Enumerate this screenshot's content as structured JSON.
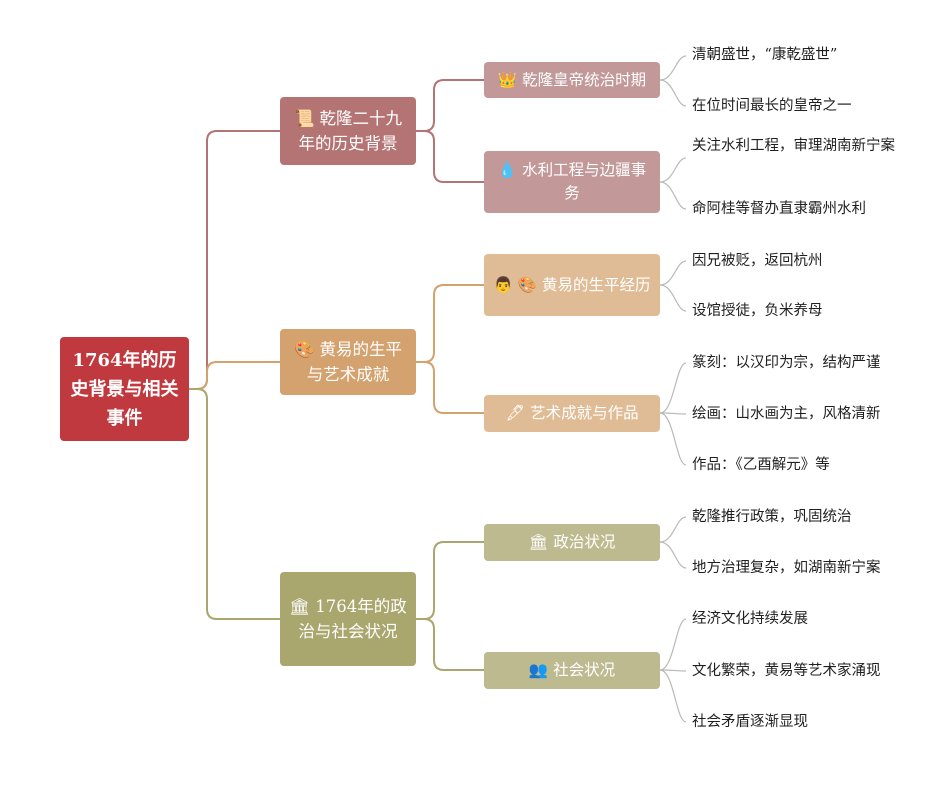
{
  "root": {
    "title": "1764年的历史背景与相关事件"
  },
  "branches": [
    {
      "icon": "📜",
      "title": "乾隆二十九年的历史背景",
      "color": "#b57474",
      "topics": [
        {
          "icon": "👑",
          "title": "乾隆皇帝统治时期",
          "details": [
            "清朝盛世，“康乾盛世”",
            "在位时间最长的皇帝之一"
          ]
        },
        {
          "icon": "💧",
          "title": "水利工程与边疆事务",
          "details": [
            "关注水利工程，审理湖南新宁案",
            "命阿桂等督办直隶霸州水利"
          ]
        }
      ]
    },
    {
      "icon": "🎨",
      "title": "黄易的生平与艺术成就",
      "color": "#d3a26e",
      "topics": [
        {
          "icon": "👨 🎨",
          "title": "黄易的生平经历",
          "details": [
            "因兄被贬，返回杭州",
            "设馆授徒，负米养母"
          ]
        },
        {
          "icon": "🖋",
          "title": "艺术成就与作品",
          "details": [
            "篆刻：以汉印为宗，结构严谨",
            "绘画：山水画为主，风格清新",
            "作品：《乙酉解元》等"
          ]
        }
      ]
    },
    {
      "icon": "🏛",
      "title": "1764年的政治与社会状况",
      "color": "#a9a66e",
      "topics": [
        {
          "icon": "🏛",
          "title": "政治状况",
          "details": [
            "乾隆推行政策，巩固统治",
            "地方治理复杂，如湖南新宁案"
          ]
        },
        {
          "icon": "👥",
          "title": "社会状况",
          "details": [
            "经济文化持续发展",
            "文化繁荣，黄易等艺术家涌现",
            "社会矛盾逐渐显现"
          ]
        }
      ]
    }
  ]
}
